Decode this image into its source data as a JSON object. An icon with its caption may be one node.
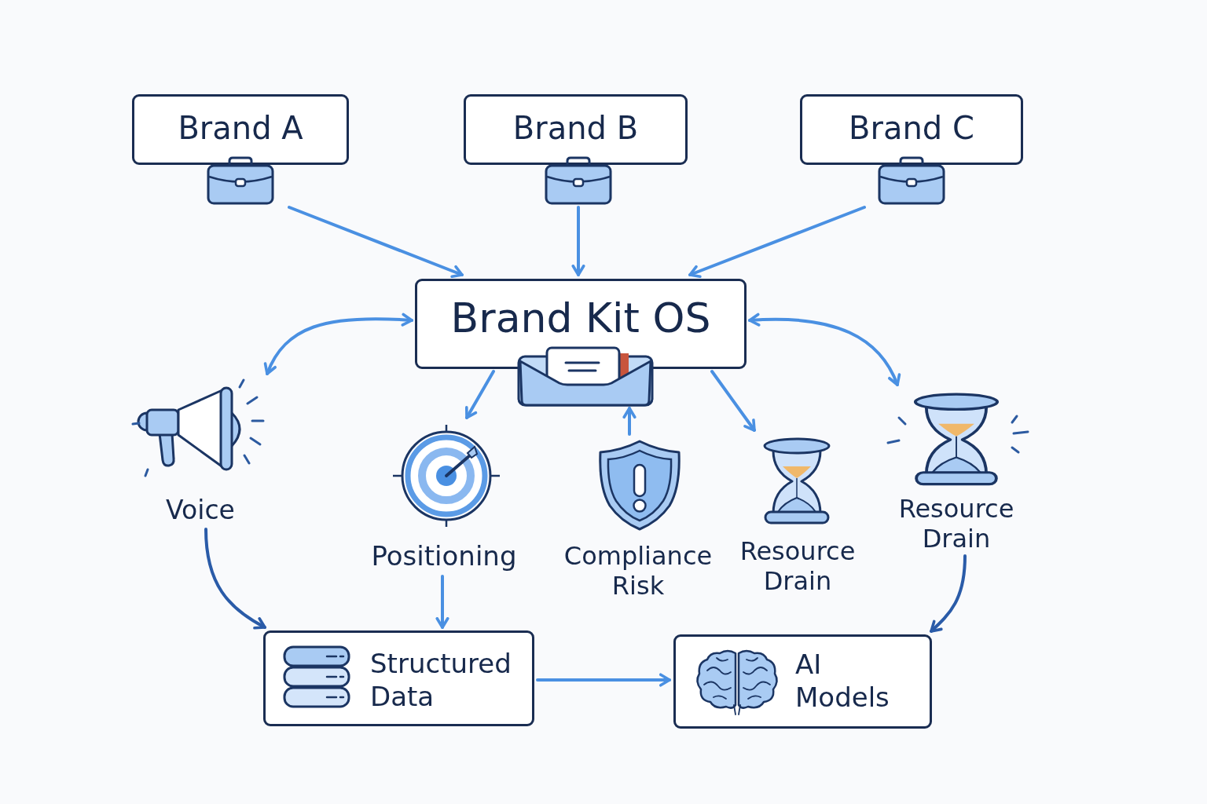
{
  "diagram": {
    "nodes": [
      {
        "text": [
          "Brand A"
        ]
      },
      {
        "text": [
          "Brand B"
        ]
      },
      {
        "text": [
          "Brand C"
        ]
      },
      {
        "text": [
          "Brand Kit OS"
        ]
      },
      {
        "text": [
          "Voice"
        ]
      },
      {
        "text": [
          "Positioning"
        ]
      },
      {
        "text": [
          "Compliance Risk"
        ]
      },
      {
        "text": [
          "Resource Drain"
        ]
      },
      {
        "text": [
          "Resource Drain"
        ]
      },
      {
        "text": [
          "Structured Data"
        ]
      },
      {
        "text": [
          "AI Models"
        ]
      }
    ],
    "edges": [
      {
        "from": 0,
        "to": 3,
        "arrow": "to"
      },
      {
        "from": 1,
        "to": 3,
        "arrow": "to"
      },
      {
        "from": 2,
        "to": 3,
        "arrow": "to"
      },
      {
        "from": 3,
        "to": 4,
        "arrow": "both"
      },
      {
        "from": 3,
        "to": 8,
        "arrow": "both"
      },
      {
        "from": 3,
        "to": 5,
        "arrow": "to"
      },
      {
        "from": 6,
        "to": 3,
        "arrow": "to"
      },
      {
        "from": 3,
        "to": 7,
        "arrow": "to"
      },
      {
        "from": 4,
        "to": 9,
        "arrow": "to",
        "color": "#2a5ba8"
      },
      {
        "from": 5,
        "to": 9,
        "arrow": "to"
      },
      {
        "from": 8,
        "to": 10,
        "arrow": "to",
        "color": "#2a5ba8"
      },
      {
        "from": 9,
        "to": 10,
        "arrow": "to"
      }
    ]
  }
}
